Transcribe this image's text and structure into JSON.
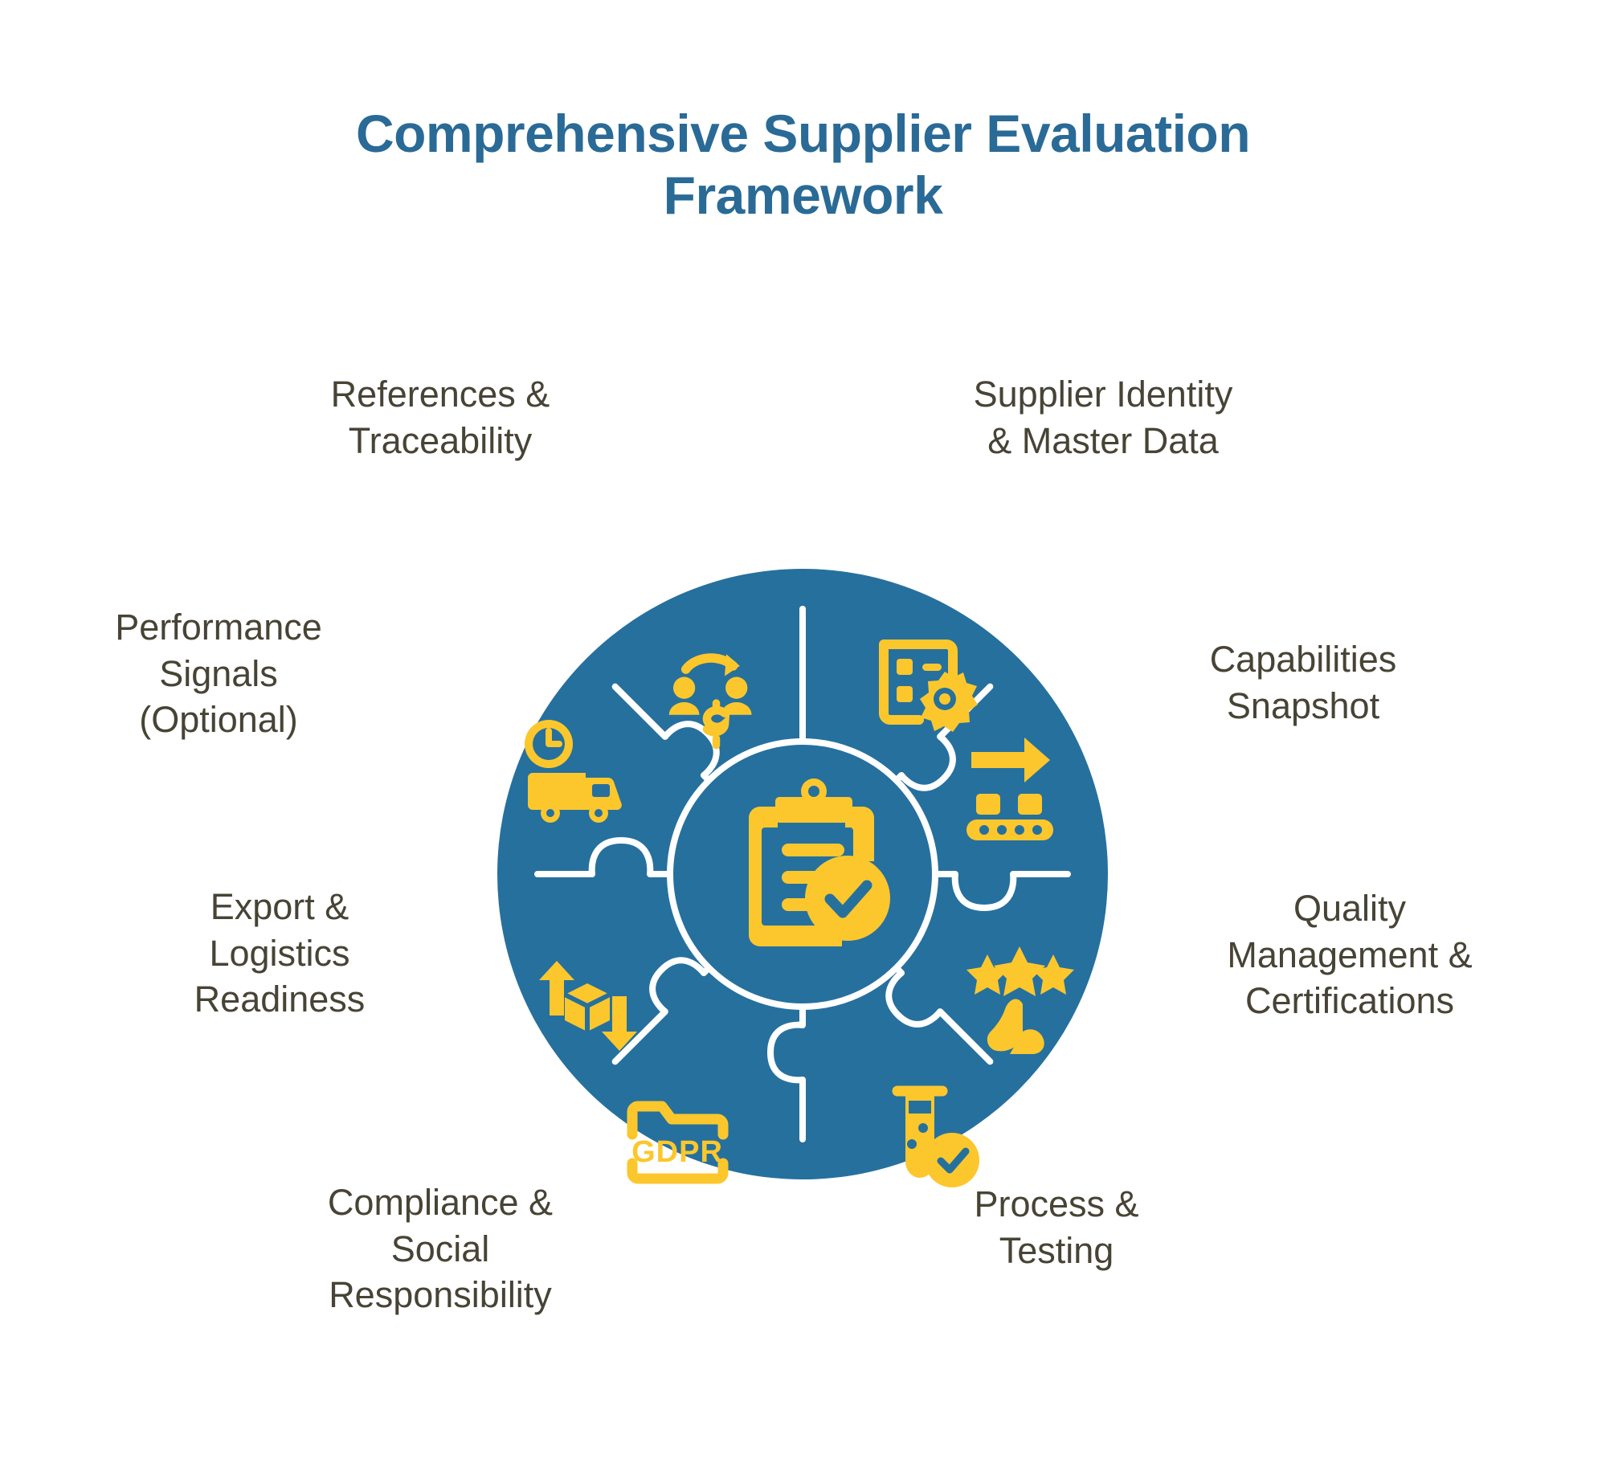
{
  "page": {
    "title": "Comprehensive Supplier Evaluation\nFramework",
    "background_color": "#FFFFFF"
  },
  "colors": {
    "title_blue": "#2A6A96",
    "wheel_blue": "#26709E",
    "icon_yellow": "#FCC72C",
    "divider_white": "#FFFFFF",
    "label_text": "#474436"
  },
  "center": {
    "icon_name": "clipboard-check-icon",
    "label": ""
  },
  "segments": [
    {
      "id": "identity",
      "label": "Supplier Identity\n& Master Data",
      "icon_name": "document-gear-icon",
      "position": "top-right"
    },
    {
      "id": "capabilities",
      "label": "Capabilities\nSnapshot",
      "icon_name": "conveyor-belt-arrow-icon",
      "position": "right-upper"
    },
    {
      "id": "quality",
      "label": "Quality\nManagement &\nCertifications",
      "icon_name": "three-stars-thumbs-up-icon",
      "position": "right-lower"
    },
    {
      "id": "process",
      "label": "Process &\nTesting",
      "icon_name": "test-tube-check-icon",
      "position": "bottom-right"
    },
    {
      "id": "compliance",
      "label": "Compliance &\nSocial\nResponsibility",
      "icon_name": "gdpr-folder-icon",
      "position": "bottom-left"
    },
    {
      "id": "export",
      "label": "Export &\nLogistics\nReadiness",
      "icon_name": "box-up-down-arrows-icon",
      "position": "left-lower"
    },
    {
      "id": "performance",
      "label": "Performance\nSignals\n(Optional)",
      "icon_name": "delivery-truck-clock-icon",
      "position": "left-upper"
    },
    {
      "id": "references",
      "label": "References &\nTraceability",
      "icon_name": "people-referral-dollar-icon",
      "position": "top-left"
    }
  ]
}
